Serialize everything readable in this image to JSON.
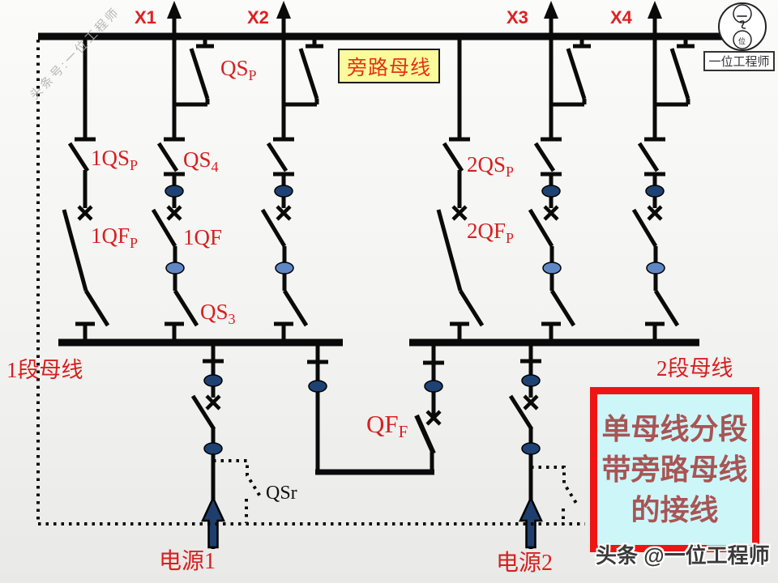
{
  "diagram_title": {
    "lines": [
      "单母线分段",
      "带旁路母线",
      "的接线"
    ]
  },
  "bypass_bus_tag": "旁路母线",
  "feeder_labels": [
    "X1",
    "X2",
    "X3",
    "X4"
  ],
  "bus_labels": {
    "section1": "1段母线",
    "section2": "2段母线"
  },
  "source_labels": {
    "source1": "电源1",
    "source2": "电源2"
  },
  "device_labels": {
    "qsp": {
      "main": "QS",
      "sub": "P"
    },
    "qsp1": {
      "main": "1QS",
      "sub": "P"
    },
    "qs4": {
      "main": "QS",
      "sub": "4"
    },
    "qsp2": {
      "main": "2QS",
      "sub": "P"
    },
    "qfp1": {
      "main": "1QF",
      "sub": "P"
    },
    "qf1": {
      "main": "1QF",
      "sub": ""
    },
    "qfp2": {
      "main": "2QF",
      "sub": "P"
    },
    "qs3": {
      "main": "QS",
      "sub": "3"
    },
    "qff": {
      "main": "QF",
      "sub": "F"
    },
    "qsr": {
      "main": "QSr",
      "sub": ""
    }
  },
  "watermark": "头条号:一位工程师",
  "branding": {
    "logo_box": "一位工程师",
    "logo_circle_top": "一",
    "logo_circle_bottom": "位",
    "footer": "头条 @一位工程师"
  },
  "colors": {
    "line_black": "#0a0a0a",
    "label_red": "#d62020",
    "ct_navy": "#1e4273",
    "breaker_blue": "#5f87c5",
    "source_arrow_navy": "#1e3f6e",
    "tag_bg": "#fbfb9e",
    "tag_text": "#e5330f",
    "note_bg": "#cdf6f8",
    "note_border": "#ee1515",
    "note_text": "#a85555"
  }
}
